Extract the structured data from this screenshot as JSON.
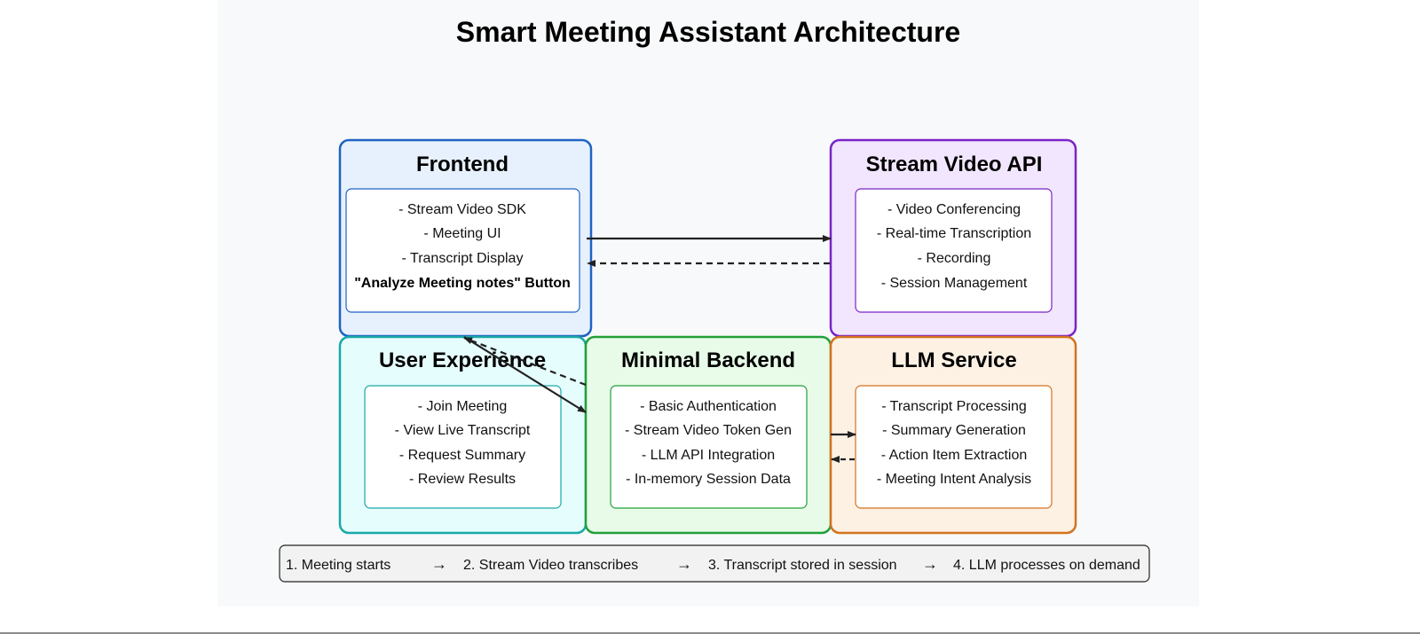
{
  "title": "Smart Meeting Assistant Architecture",
  "colors": {
    "frontend_border": "#1e63c4",
    "frontend_fill": "#e7f1fd",
    "stream_border": "#7a23c8",
    "stream_fill": "#f1e6fd",
    "ux_border": "#1aa8a8",
    "ux_fill": "#e6fdfd",
    "backend_border": "#22a03a",
    "backend_fill": "#e8fbe8",
    "llm_border": "#d4721f",
    "llm_fill": "#fdf1e4",
    "arrow": "#222222"
  },
  "boxes": {
    "frontend": {
      "title": "Frontend",
      "items": [
        "- Stream Video SDK",
        "- Meeting UI",
        "- Transcript Display",
        "\"Analyze Meeting notes\" Button"
      ]
    },
    "stream": {
      "title": "Stream Video API",
      "items": [
        "- Video Conferencing",
        "- Real-time Transcription",
        "- Recording",
        "- Session Management"
      ]
    },
    "ux": {
      "title": "User Experience",
      "items": [
        "- Join Meeting",
        "- View Live Transcript",
        "- Request Summary",
        "- Review Results"
      ]
    },
    "backend": {
      "title": "Minimal Backend",
      "items": [
        "- Basic Authentication",
        "- Stream Video Token Gen",
        "- LLM API Integration",
        "- In-memory Session Data"
      ]
    },
    "llm": {
      "title": "LLM Service",
      "items": [
        "- Transcript Processing",
        "- Summary Generation",
        "- Action Item Extraction",
        "- Meeting Intent Analysis"
      ]
    }
  },
  "flow": {
    "steps": [
      "1. Meeting starts",
      "2. Stream Video transcribes",
      "3. Transcript stored in session",
      "4. LLM processes on demand"
    ],
    "arrow_glyph": "→"
  }
}
